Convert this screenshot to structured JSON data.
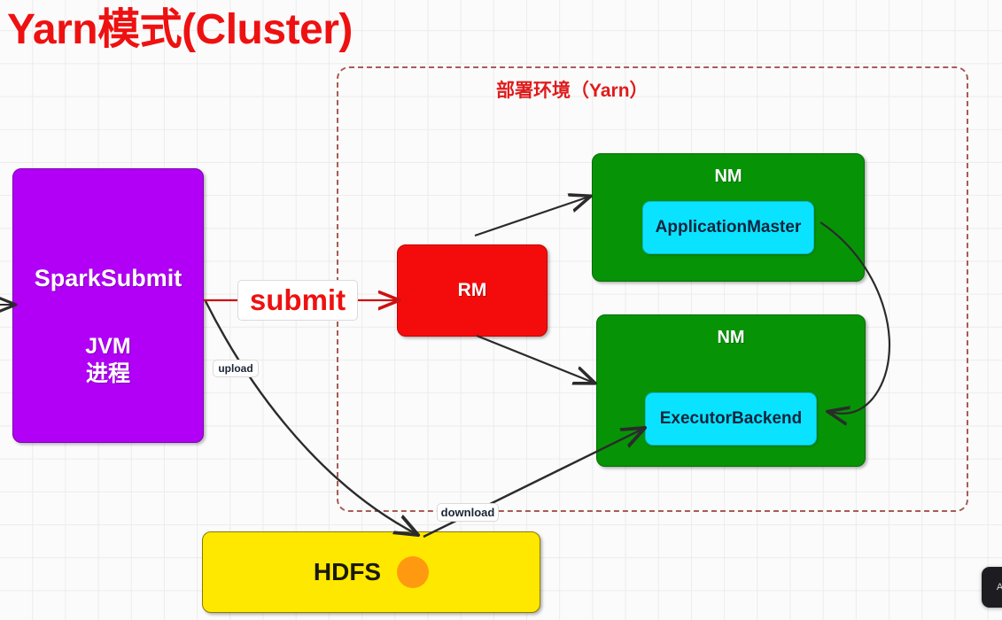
{
  "title": "Yarn模式(Cluster)",
  "environment": {
    "label": "部署环境（Yarn）"
  },
  "nodes": {
    "spark_submit": {
      "name": "SparkSubmit",
      "sub_line1": "JVM",
      "sub_line2": "进程"
    },
    "rm": {
      "label": "RM"
    },
    "nm_top": {
      "label": "NM",
      "inner": "ApplicationMaster"
    },
    "nm_bottom": {
      "label": "NM",
      "inner": "ExecutorBackend"
    },
    "hdfs": {
      "label": "HDFS"
    }
  },
  "edges": {
    "submit": "submit",
    "upload": "upload",
    "download": "download"
  },
  "badge": {
    "label": "All"
  },
  "colors": {
    "title_red": "#ee1111",
    "env_dash": "#a85b55",
    "spark_submit_purple": "#b100f5",
    "rm_red": "#f40c0c",
    "nm_green": "#069406",
    "inner_cyan": "#0ae3ff",
    "hdfs_yellow": "#ffe800",
    "hdfs_dot_orange": "#ff9a10",
    "arrow_dark": "#2b2b2b",
    "submit_arrow_red": "#cc1111",
    "background": "#fbfbfb",
    "grid_line": "#ececec"
  }
}
